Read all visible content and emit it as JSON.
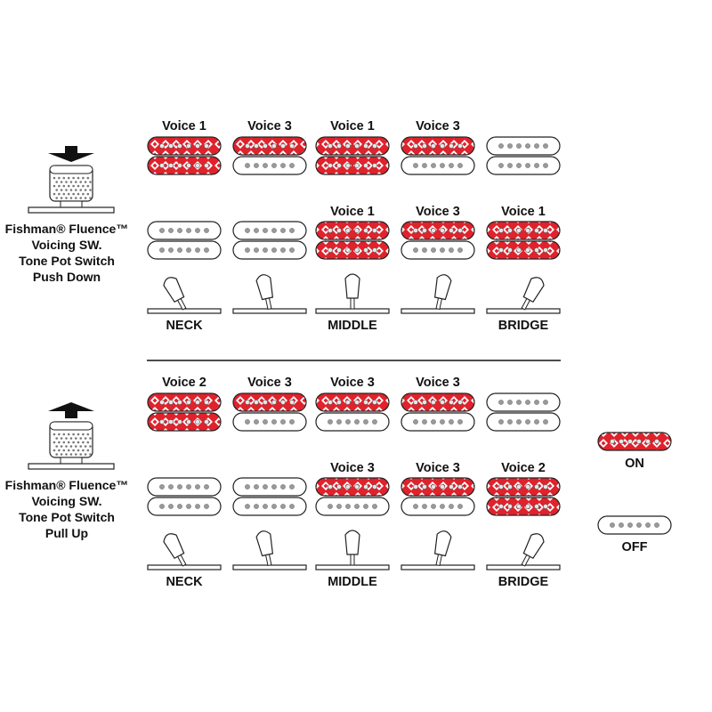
{
  "colors": {
    "on_fill": "#e0222c",
    "off_fill": "#ffffff",
    "outline": "#222222",
    "pole_off": "#9a9a9a",
    "pole_on": "#e6e6e6"
  },
  "sections": [
    {
      "knob_label_lines": [
        "Fishman® Fluence™",
        "Voicing SW.",
        "Tone Pot Switch",
        "Push Down"
      ],
      "arrow": "down",
      "positions": [
        {
          "switch": "NECK",
          "neck_label": "Voice 1",
          "neck": [
            true,
            true
          ],
          "bridge_label": "",
          "bridge": [
            false,
            false
          ],
          "lever": "neck"
        },
        {
          "switch": "",
          "neck_label": "Voice 3",
          "neck": [
            true,
            false
          ],
          "bridge_label": "",
          "bridge": [
            false,
            false
          ],
          "lever": "neck-middle"
        },
        {
          "switch": "MIDDLE",
          "neck_label": "Voice 1",
          "neck": [
            true,
            true
          ],
          "bridge_label": "Voice 1",
          "bridge": [
            true,
            true
          ],
          "lever": "middle"
        },
        {
          "switch": "",
          "neck_label": "Voice 3",
          "neck": [
            true,
            false
          ],
          "bridge_label": "Voice 3",
          "bridge": [
            true,
            false
          ],
          "lever": "middle-bridge"
        },
        {
          "switch": "BRIDGE",
          "neck_label": "",
          "neck": [
            false,
            false
          ],
          "bridge_label": "Voice 1",
          "bridge": [
            true,
            true
          ],
          "lever": "bridge"
        }
      ]
    },
    {
      "knob_label_lines": [
        "Fishman® Fluence™",
        "Voicing SW.",
        "Tone Pot Switch",
        "Pull Up"
      ],
      "arrow": "up",
      "positions": [
        {
          "switch": "NECK",
          "neck_label": "Voice 2",
          "neck": [
            true,
            true
          ],
          "bridge_label": "",
          "bridge": [
            false,
            false
          ],
          "lever": "neck"
        },
        {
          "switch": "",
          "neck_label": "Voice 3",
          "neck": [
            true,
            false
          ],
          "bridge_label": "",
          "bridge": [
            false,
            false
          ],
          "lever": "neck-middle"
        },
        {
          "switch": "MIDDLE",
          "neck_label": "Voice 3",
          "neck": [
            true,
            false
          ],
          "bridge_label": "Voice 3",
          "bridge": [
            true,
            false
          ],
          "lever": "middle"
        },
        {
          "switch": "",
          "neck_label": "Voice 3",
          "neck": [
            true,
            false
          ],
          "bridge_label": "Voice 3",
          "bridge": [
            true,
            false
          ],
          "lever": "middle-bridge"
        },
        {
          "switch": "BRIDGE",
          "neck_label": "",
          "neck": [
            false,
            false
          ],
          "bridge_label": "Voice 2",
          "bridge": [
            true,
            true
          ],
          "lever": "bridge"
        }
      ]
    }
  ],
  "legend": [
    {
      "label": "ON",
      "on": true
    },
    {
      "label": "OFF",
      "on": false
    }
  ]
}
